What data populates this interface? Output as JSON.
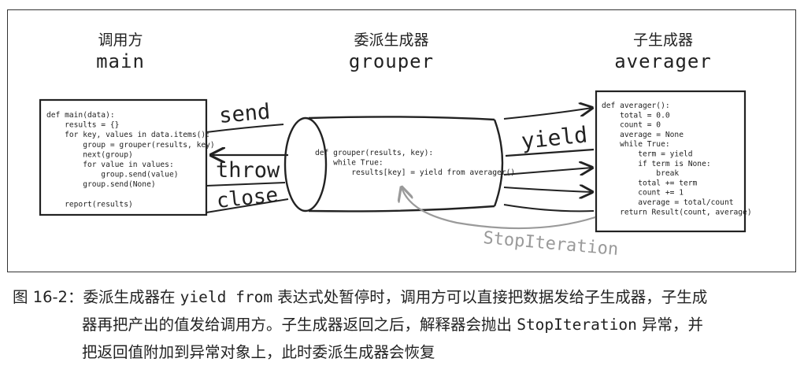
{
  "diagram": {
    "main": {
      "title_cn": "调用方",
      "title_code": "main",
      "code_lines": [
        "def main(data):",
        "    results = {}",
        "    for key, values in data.items():",
        "        group = grouper(results, key)",
        "        next(group)",
        "        for value in values:",
        "            group.send(value)",
        "        group.send(None)",
        "",
        "    report(results)"
      ]
    },
    "grouper": {
      "title_cn": "委派生成器",
      "title_code": "grouper",
      "code_lines": [
        "def grouper(results, key):",
        "    while True:",
        "        results[key] = yield from averager()"
      ]
    },
    "averager": {
      "title_cn": "子生成器",
      "title_code": "averager",
      "code_lines": [
        "def averager():",
        "    total = 0.0",
        "    count = 0",
        "    average = None",
        "    while True:",
        "        term = yield",
        "        if term is None:",
        "            break",
        "        total += term",
        "        count += 1",
        "        average = total/count",
        "    return Result(count, average)"
      ]
    },
    "labels": {
      "send": "send",
      "throw": "throw",
      "close": "close",
      "yield": "yield",
      "stop_iteration": "StopIteration"
    }
  },
  "caption": {
    "line1_prefix": "图 16-2：委派生成器在 ",
    "line1_code1": "yield from",
    "line1_suffix": " 表达式处暂停时，调用方可以直接把数据发给子生成器，子生成",
    "line2_prefix": "器再把产出的值发给调用方。子生成器返回之后，解释器会抛出 ",
    "line2_code": "StopIteration",
    "line2_suffix": " 异常，并",
    "line3": "把返回值附加到异常对象上，此时委派生成器会恢复"
  }
}
